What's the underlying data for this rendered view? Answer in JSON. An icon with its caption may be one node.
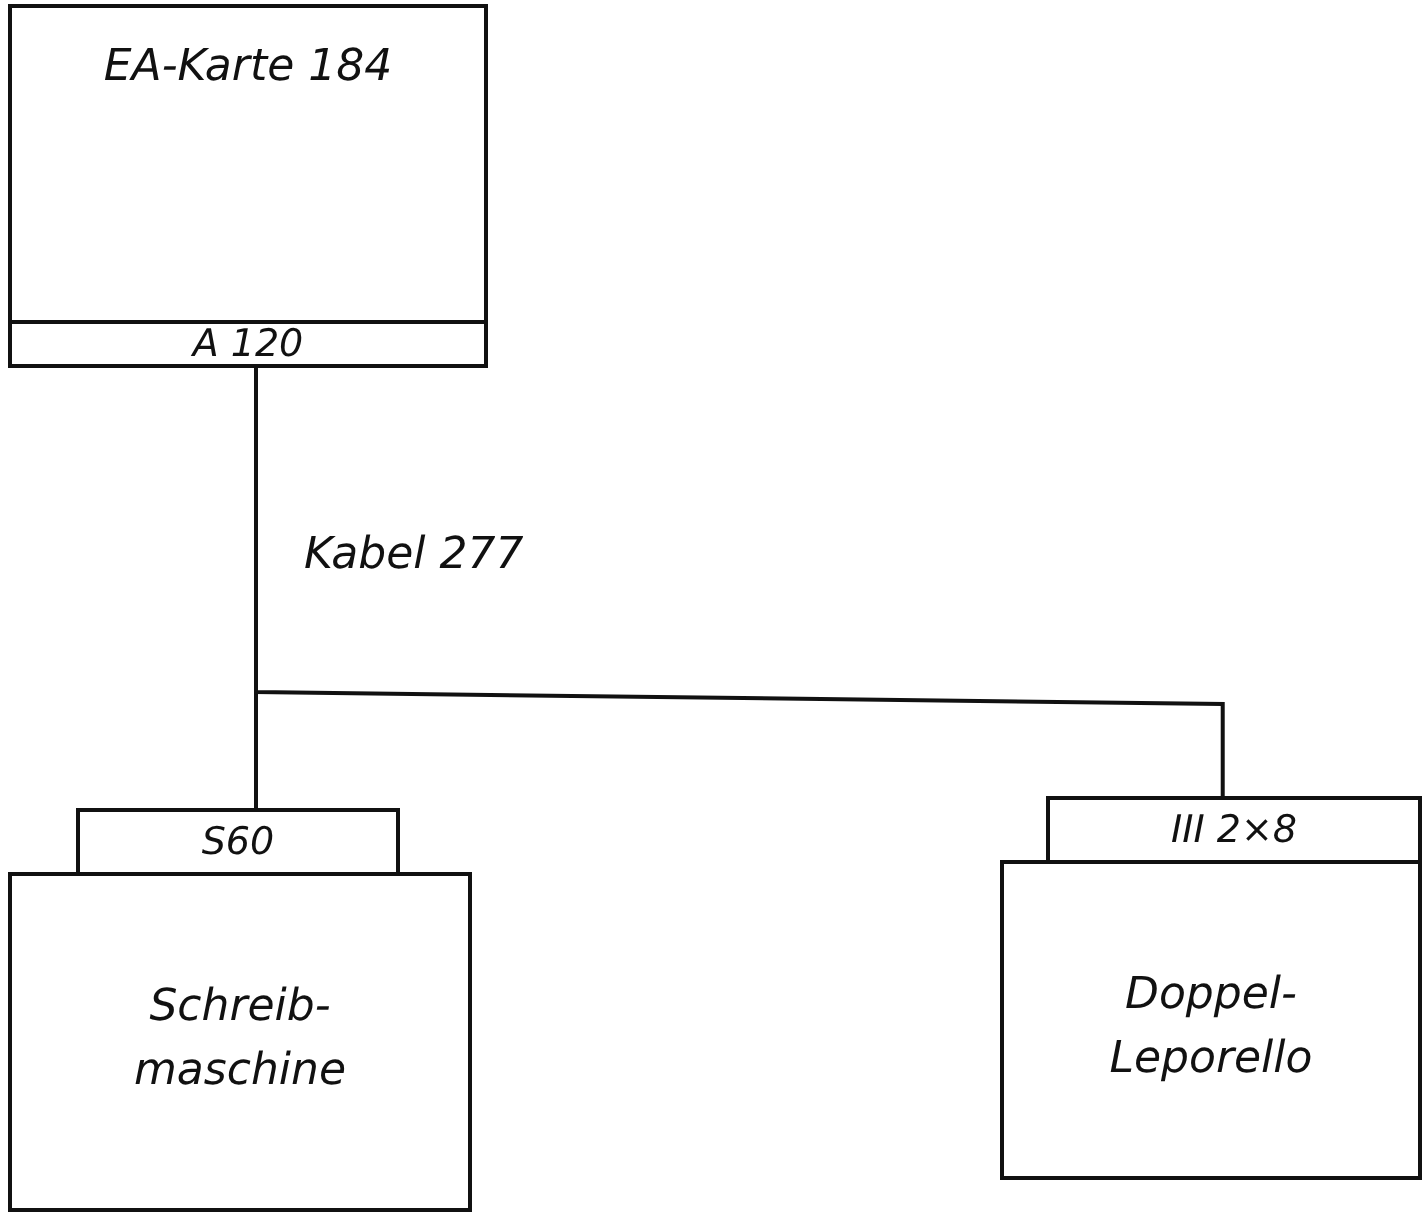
{
  "diagram": {
    "nodes": [
      {
        "text": [
          "EA-Karte 184"
        ]
      },
      {
        "text": [
          "A 120"
        ],
        "in": 0
      },
      {
        "text": [
          "S60"
        ]
      },
      {
        "text": [
          "Schreib- maschine"
        ]
      },
      {
        "text": [
          "III 2×8"
        ]
      },
      {
        "text": [
          "Doppel- Leporello"
        ]
      }
    ],
    "edges": [
      {
        "from": 1,
        "to": 2,
        "arrow": "none"
      },
      {
        "from": 1,
        "to": 4,
        "arrow": "none"
      }
    ],
    "labels": [
      "Kabel 277"
    ]
  }
}
